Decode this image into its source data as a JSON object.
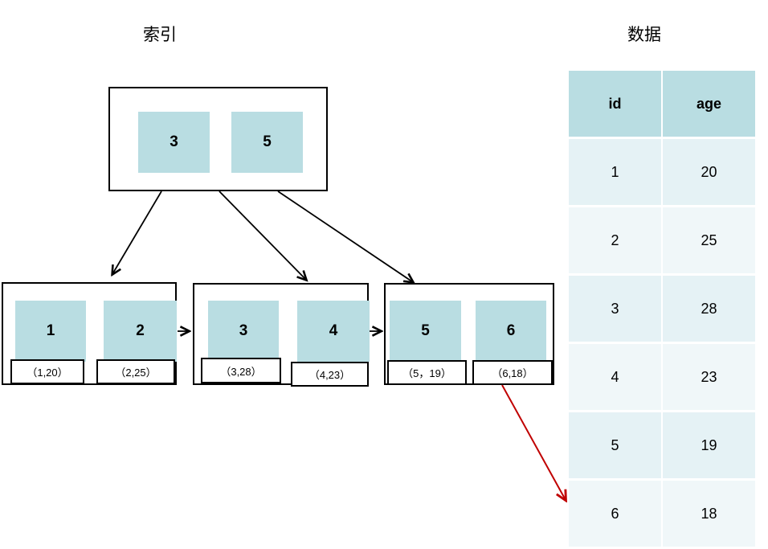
{
  "titles": {
    "index": "索引",
    "data": "数据"
  },
  "colors": {
    "cell_bg": "#b9dde2",
    "header_bg": "#b9dde2",
    "row_odd_bg": "#e5f2f5",
    "row_even_bg": "#f0f7f9",
    "arrow_color": "#000000",
    "red_arrow_color": "#c00000"
  },
  "tree": {
    "root": {
      "keys": [
        "3",
        "5"
      ]
    },
    "leaves": [
      {
        "keys": [
          "1",
          "2"
        ],
        "tuples": [
          "（1,20）",
          "（2,25）"
        ]
      },
      {
        "keys": [
          "3",
          "4"
        ],
        "tuples": [
          "（3,28）",
          "（4,23）"
        ]
      },
      {
        "keys": [
          "5",
          "6"
        ],
        "tuples": [
          "（5，19）",
          "（6,18）"
        ]
      }
    ]
  },
  "table": {
    "headers": [
      "id",
      "age"
    ],
    "rows": [
      [
        "1",
        "20"
      ],
      [
        "2",
        "25"
      ],
      [
        "3",
        "28"
      ],
      [
        "4",
        "23"
      ],
      [
        "5",
        "19"
      ],
      [
        "6",
        "18"
      ]
    ]
  }
}
